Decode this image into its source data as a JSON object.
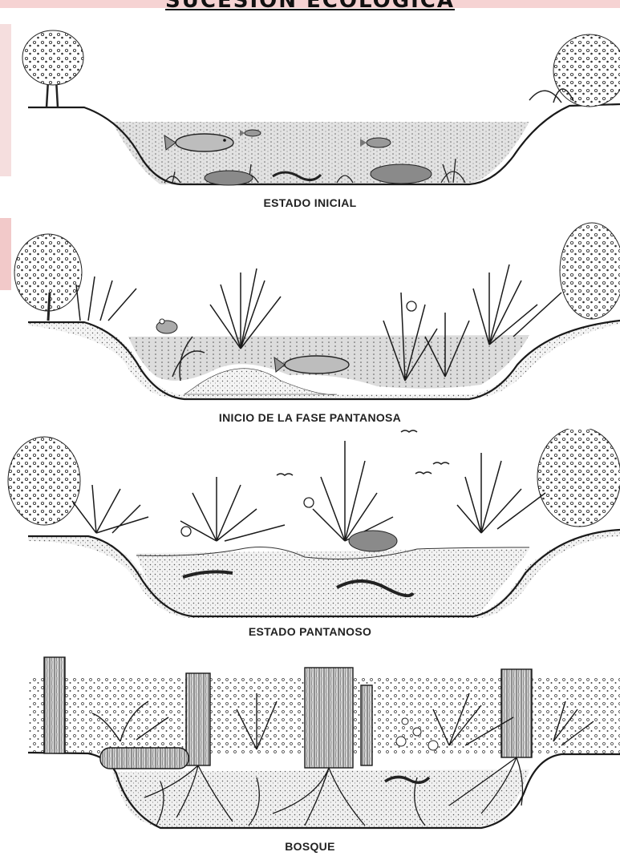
{
  "title": "SUCESIÓN ECOLÓGICA",
  "colors": {
    "ink": "#1a1a1a",
    "water": "#cfcfcf",
    "sediment": "#ececec",
    "pink": "#f2c4c4"
  },
  "stages": [
    {
      "caption": "ESTADO INICIAL"
    },
    {
      "caption": "INICIO DE LA FASE PANTANOSA"
    },
    {
      "caption": "ESTADO PANTANOSO"
    },
    {
      "caption": "BOSQUE"
    }
  ]
}
